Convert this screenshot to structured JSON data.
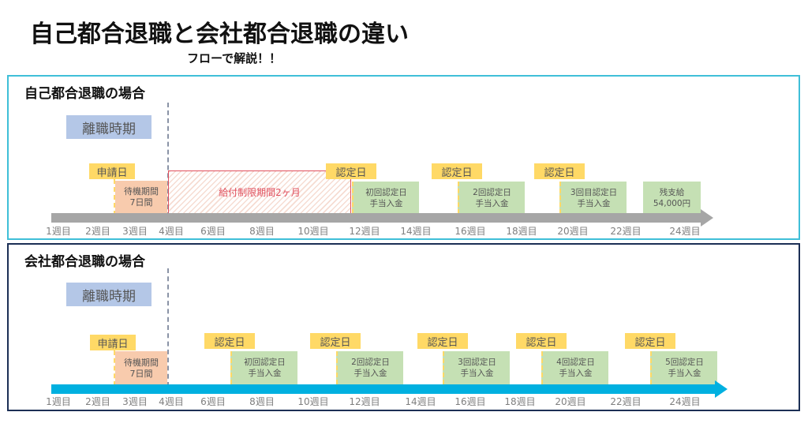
{
  "header": {
    "title": "自己都合退職と会社都合退職の違い",
    "subtitle": "フローで解説！！"
  },
  "colors": {
    "self_panel_border": "#3fbfd8",
    "company_panel_border": "#1c2f55",
    "period_box": "#b4c7e7",
    "tag": "#ffd966",
    "wait_box": "#f8cbad",
    "pay_box": "#c5e0b4",
    "restrict_border": "#e0505e",
    "self_axis": "#a6a6a6",
    "company_axis": "#00b0e0"
  },
  "self_panel": {
    "title": "自己都合退職の場合",
    "period_label": "離職時期",
    "apply_tag": "申請日",
    "wait_box": {
      "line1": "待機期間",
      "line2": "7日間"
    },
    "restriction": "給付制限期間2ヶ月",
    "cert_tags": [
      "認定日",
      "認定日",
      "認定日"
    ],
    "payments": [
      {
        "line1": "初回認定日",
        "line2": "手当入金"
      },
      {
        "line1": "2回認定日",
        "line2": "手当入金"
      },
      {
        "line1": "3回目認定日",
        "line2": "手当入金"
      },
      {
        "line1": "残支給",
        "line2": "54,000円"
      }
    ],
    "ticks": [
      "1週目",
      "2週目",
      "3週目",
      "4週目",
      "6週目",
      "8週目",
      "10週目",
      "12週目",
      "14週目",
      "16週目",
      "18週目",
      "20週目",
      "22週目",
      "24週目"
    ]
  },
  "company_panel": {
    "title": "会社都合退職の場合",
    "period_label": "離職時期",
    "apply_tag": "申請日",
    "wait_box": {
      "line1": "待機期間",
      "line2": "7日間"
    },
    "cert_tags": [
      "認定日",
      "認定日",
      "認定日",
      "認定日",
      "認定日"
    ],
    "payments": [
      {
        "line1": "初回認定日",
        "line2": "手当入金"
      },
      {
        "line1": "2回認定日",
        "line2": "手当入金"
      },
      {
        "line1": "3回認定日",
        "line2": "手当入金"
      },
      {
        "line1": "4回認定日",
        "line2": "手当入金"
      },
      {
        "line1": "5回認定日",
        "line2": "手当入金"
      }
    ],
    "ticks": [
      "1週目",
      "2週目",
      "3週目",
      "4週目",
      "6週目",
      "8週目",
      "10週目",
      "12週目",
      "14週目",
      "16週目",
      "18週目",
      "20週目",
      "22週目",
      "24週目"
    ]
  }
}
